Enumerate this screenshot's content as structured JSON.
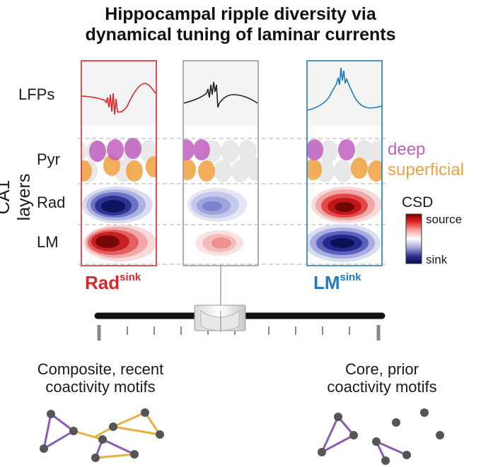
{
  "title": {
    "line1": "Hippocampal ripple diversity via",
    "line2": "dynamical tuning of laminar currents"
  },
  "row_labels": {
    "lfp": "LFPs",
    "pyr": "Pyr",
    "rad": "Rad",
    "lm": "LM",
    "group": "CA1 layers"
  },
  "cell_legend": {
    "deep": "deep",
    "superficial": "superficial"
  },
  "csd_legend": {
    "title": "CSD",
    "top": "source",
    "bottom": "sink"
  },
  "panels": {
    "left": {
      "label": "Rad",
      "sup": "sink",
      "color": "#d42a2a"
    },
    "middle": {
      "color": "#9a9a9a"
    },
    "right": {
      "label": "LM",
      "sup": "sink",
      "color": "#1f7bc0"
    }
  },
  "motifs": {
    "left": {
      "line1": "Composite, recent",
      "line2": "coactivity motifs"
    },
    "right": {
      "line1": "Core, prior",
      "line2": "coactivity motifs"
    }
  },
  "colors": {
    "deep": "#c060c0",
    "superficial": "#f2a040",
    "purple_edge": "#8a5cb8",
    "gold_edge": "#e8b040",
    "node": "#555555"
  }
}
